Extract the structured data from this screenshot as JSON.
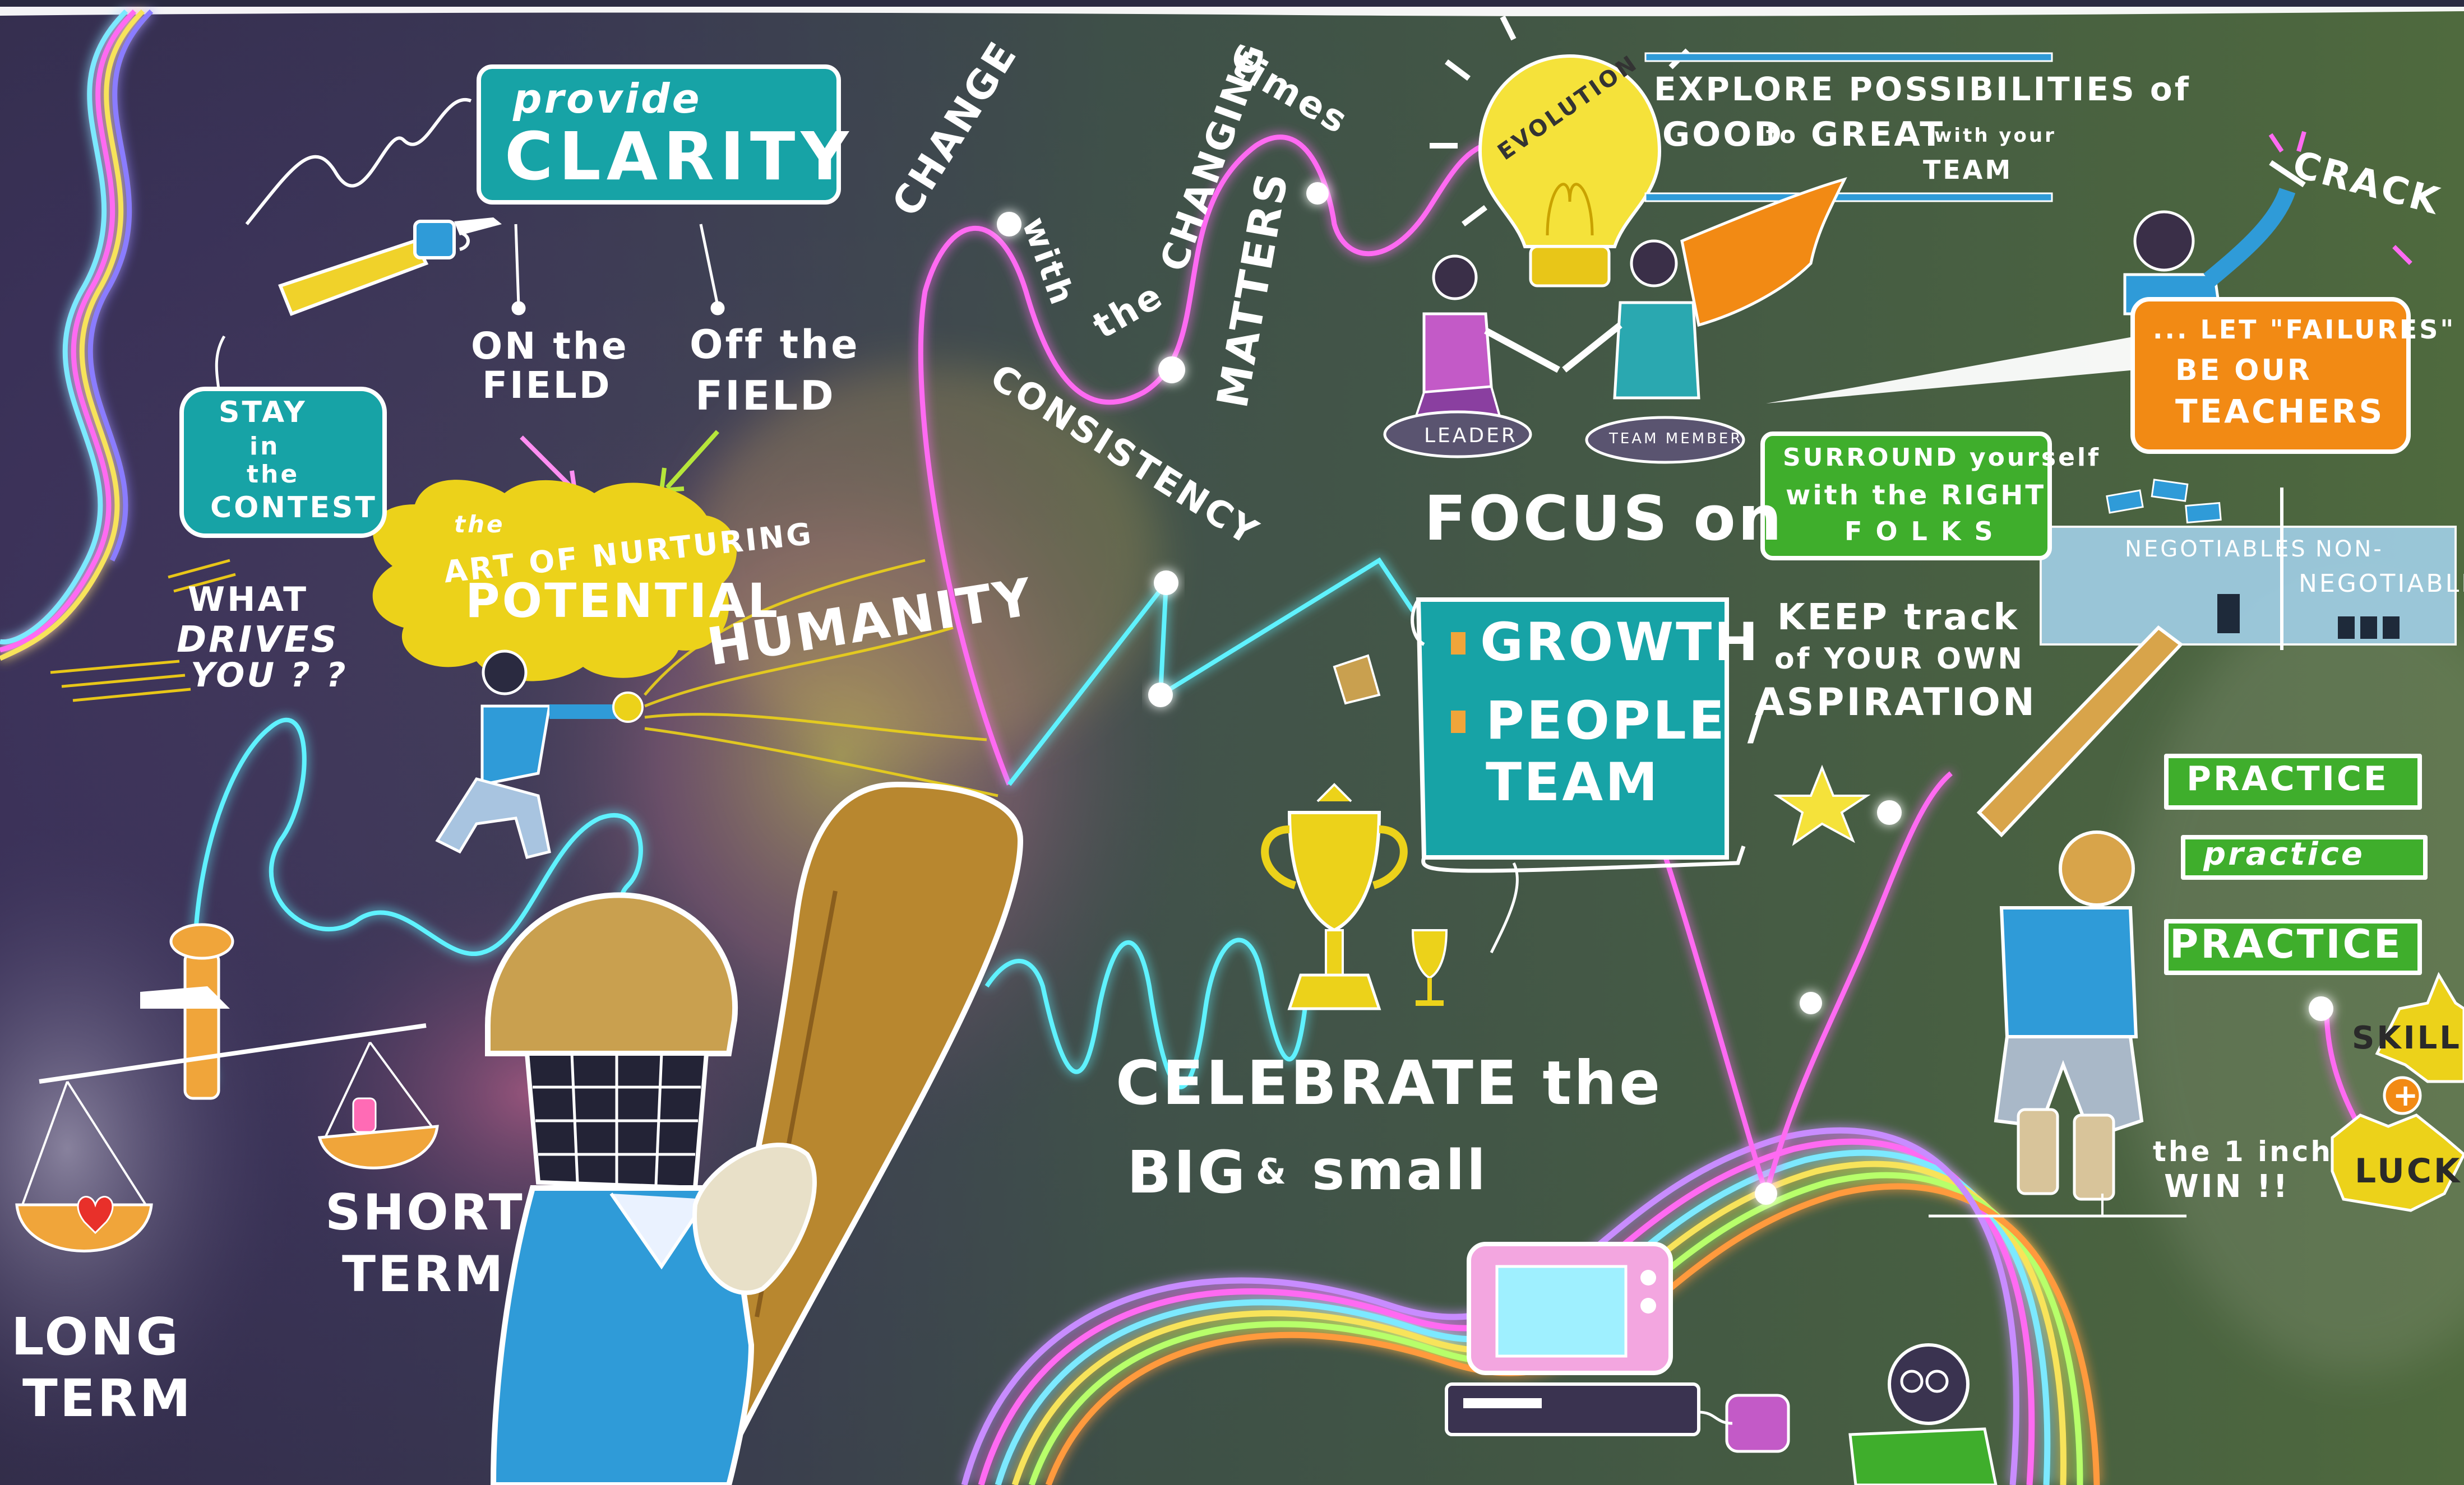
{
  "colors": {
    "background_dark": "#3d3558",
    "background_green": "#4d6b3d",
    "teal": "#17a3a6",
    "yellow": "#ecd21a",
    "green": "#3fae2c",
    "orange": "#f28a14",
    "neon_pink": "#ff6bf2",
    "neon_cyan": "#5ff2ff",
    "gold": "#b8872f",
    "skin_blue": "#2f9bd8"
  },
  "clarity": {
    "line1": "provide",
    "line2": "CLARITY"
  },
  "on_field": {
    "line1": "ON the",
    "line2": "FIELD"
  },
  "off_field": {
    "line1": "Off the",
    "line2": "FIELD"
  },
  "stay_contest": {
    "line1": "STAY",
    "line2": "in",
    "line3": "the",
    "line4": "CONTEST"
  },
  "what_drives": {
    "line1": "WHAT",
    "line2": "DRIVES",
    "line3": "YOU ? ?"
  },
  "nurturing": {
    "line1": "the",
    "line2": "ART OF NURTURING",
    "line3": "POTENTIAL"
  },
  "humanity": "HUMANITY",
  "change": {
    "w1": "CHANGE",
    "w2": "with",
    "w3": "the",
    "w4": "CHANGING",
    "w5": "times",
    "w6": "CONSISTENCY",
    "w7": "MATTERS"
  },
  "evolution": "EVOLUTION",
  "explore": {
    "line1": "EXPLORE POSSIBILITIES of",
    "line2a": "GOOD",
    "line2b": "to",
    "line2c": "GREAT",
    "line2d": "with your",
    "line3": "TEAM"
  },
  "leader": "LEADER",
  "team_member": "TEAM MEMBER",
  "crack": "CRACK",
  "failures": {
    "line1": "... LET \"FAILURES\"",
    "line2": "BE OUR",
    "line3": "TEACHERS"
  },
  "surround": {
    "line1": "SURROUND yourself",
    "line2": "with the RIGHT",
    "line3": "F O L K S"
  },
  "focus_on": "FOCUS on",
  "focus_list": {
    "item1": "GROWTH",
    "item2": "PEOPLE /",
    "item3": "TEAM"
  },
  "keep_track": {
    "line1": "KEEP track",
    "line2": "of YOUR OWN",
    "line3": "ASPIRATION"
  },
  "negotiables": {
    "left": "NEGOTIABLES",
    "right_line1": "NON-",
    "right_line2": "NEGOTIABLES"
  },
  "practice": {
    "p1": "PRACTICE",
    "p2": "practice",
    "p3": "PRACTICE"
  },
  "skill": "SKILL",
  "plus": "+",
  "luck": "LUCK",
  "inch_win": {
    "line1": "the 1 inch",
    "line2": "WIN !!"
  },
  "celebrate": {
    "line1": "CELEBRATE the",
    "line2a": "BIG",
    "line2b": "&",
    "line2c": "small"
  },
  "short_term": {
    "line1": "SHORT",
    "line2": "TERM"
  },
  "long_term": {
    "line1": "LONG",
    "line2": "TERM"
  },
  "icons": [
    "pointing-hand-icon",
    "lightbulb-icon",
    "trophy-icon",
    "goblet-icon",
    "star-icon",
    "scales-icon",
    "heart-icon",
    "tv-icon",
    "cricket-bat-icon",
    "helmet-icon"
  ]
}
